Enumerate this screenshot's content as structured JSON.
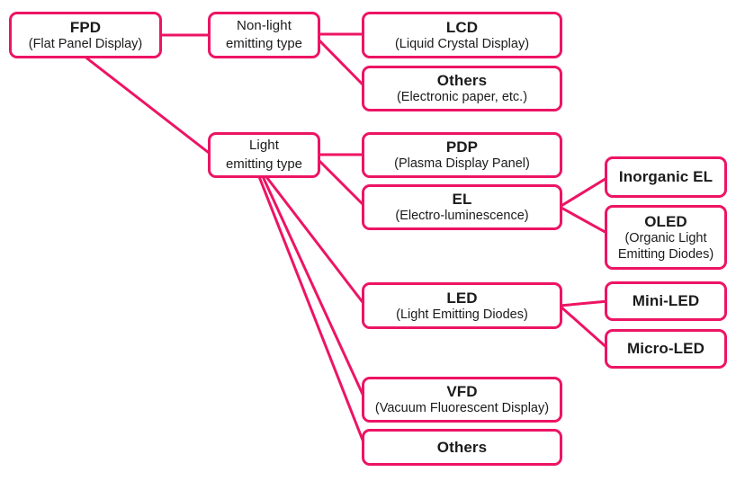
{
  "colors": {
    "accent": "#ED1464",
    "text": "#1b1b1b",
    "node_background": "#ffffff",
    "page_background": "#ffffff"
  },
  "nodes": {
    "fpd": {
      "title": "FPD",
      "subtitle": "(Flat Panel Display)"
    },
    "non_light": {
      "title": "Non-light",
      "subtitle": "emitting type"
    },
    "light": {
      "title": "Light",
      "subtitle": "emitting type"
    },
    "lcd": {
      "title": "LCD",
      "subtitle": "(Liquid Crystal Display)"
    },
    "others_non_light": {
      "title": "Others",
      "subtitle": "(Electronic paper, etc.)"
    },
    "pdp": {
      "title": "PDP",
      "subtitle": "(Plasma Display Panel)"
    },
    "el": {
      "title": "EL",
      "subtitle": "(Electro-luminescence)"
    },
    "inorganic_el": {
      "title": "Inorganic EL"
    },
    "oled": {
      "title": "OLED",
      "subtitle": "(Organic Light Emitting Diodes)"
    },
    "led": {
      "title": "LED",
      "subtitle": "(Light Emitting Diodes)"
    },
    "mini_led": {
      "title": "Mini-LED"
    },
    "micro_led": {
      "title": "Micro-LED"
    },
    "vfd": {
      "title": "VFD",
      "subtitle": "(Vacuum Fluorescent Display)"
    },
    "others_light": {
      "title": "Others"
    }
  }
}
